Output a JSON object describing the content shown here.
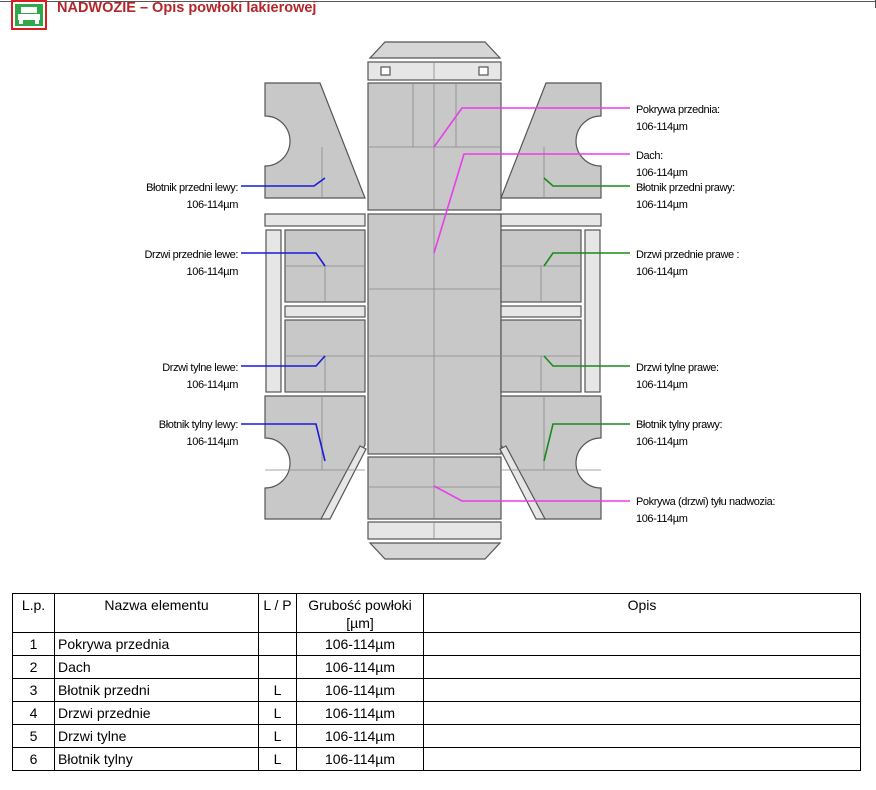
{
  "header": {
    "title": "NADWOZIE – Opis powłoki lakierowej",
    "logo_icon": "car-icon",
    "logo_color": "#2ea84a",
    "border_color": "#d62020"
  },
  "colors": {
    "left_lines": "#1a1adb",
    "right_lines": "#1a8a1a",
    "center_lines": "#e83ee8",
    "panel_fill": "#c8c8c8",
    "panel_stroke": "#555555",
    "title": "#b3262a"
  },
  "callouts": {
    "fender_front_left": {
      "name": "Błotnik przedni lewy:",
      "value": "106-114µm"
    },
    "door_front_left": {
      "name": "Drzwi przednie lewe:",
      "value": "106-114µm"
    },
    "door_rear_left": {
      "name": "Drzwi tylne lewe:",
      "value": "106-114µm"
    },
    "fender_rear_left": {
      "name": "Błotnik tylny lewy:",
      "value": "106-114µm"
    },
    "hood": {
      "name": "Pokrywa przednia:",
      "value": "106-114µm"
    },
    "roof": {
      "name": "Dach:",
      "value": "106-114µm"
    },
    "fender_front_right": {
      "name": "Błotnik przedni prawy:",
      "value": "106-114µm"
    },
    "door_front_right": {
      "name": "Drzwi przednie prawe :",
      "value": "106-114µm"
    },
    "door_rear_right": {
      "name": "Drzwi tylne prawe:",
      "value": "106-114µm"
    },
    "fender_rear_right": {
      "name": "Błotnik tylny prawy:",
      "value": "106-114µm"
    },
    "tailgate": {
      "name": "Pokrywa (drzwi) tyłu nadwozia:",
      "value": "106-114µm"
    }
  },
  "table": {
    "headers": {
      "lp": "L.p.",
      "name": "Nazwa elementu",
      "side": "L / P",
      "thickness": "Grubość powłoki [µm]",
      "desc": "Opis"
    },
    "rows": [
      {
        "lp": "1",
        "name": "Pokrywa przednia",
        "side": "",
        "thickness": "106-114µm",
        "desc": ""
      },
      {
        "lp": "2",
        "name": "Dach",
        "side": "",
        "thickness": "106-114µm",
        "desc": ""
      },
      {
        "lp": "3",
        "name": "Błotnik przedni",
        "side": "L",
        "thickness": "106-114µm",
        "desc": ""
      },
      {
        "lp": "4",
        "name": "Drzwi przednie",
        "side": "L",
        "thickness": "106-114µm",
        "desc": ""
      },
      {
        "lp": "5",
        "name": "Drzwi tylne",
        "side": "L",
        "thickness": "106-114µm",
        "desc": ""
      },
      {
        "lp": "6",
        "name": "Błotnik tylny",
        "side": "L",
        "thickness": "106-114µm",
        "desc": ""
      }
    ]
  }
}
